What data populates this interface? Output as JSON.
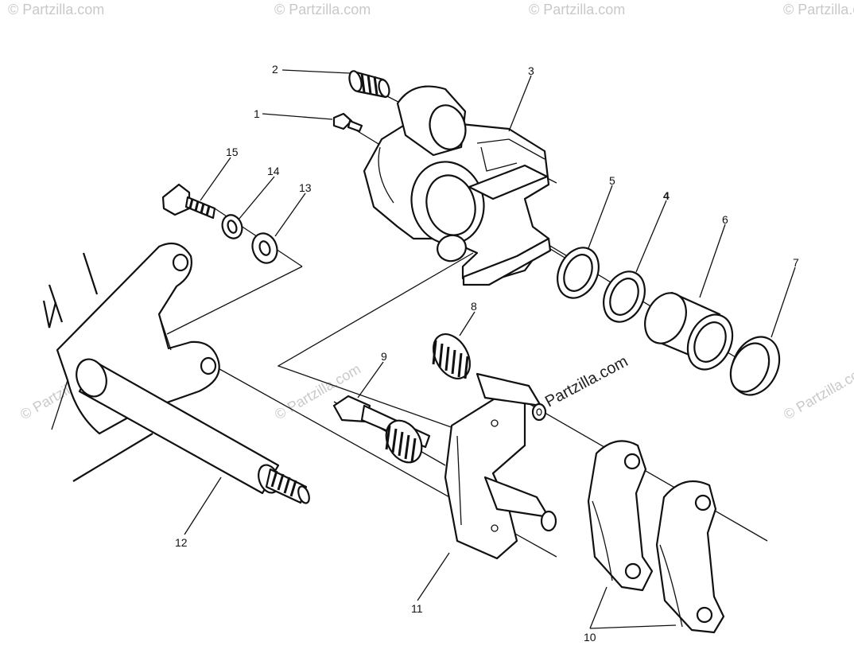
{
  "diagram": {
    "callouts": [
      "1",
      "2",
      "3",
      "4",
      "5",
      "6",
      "7",
      "8",
      "9",
      "10",
      "11",
      "12",
      "13",
      "14",
      "15"
    ],
    "watermark": "© Partzilla.com",
    "watermark_main": "Partzilla.com"
  }
}
